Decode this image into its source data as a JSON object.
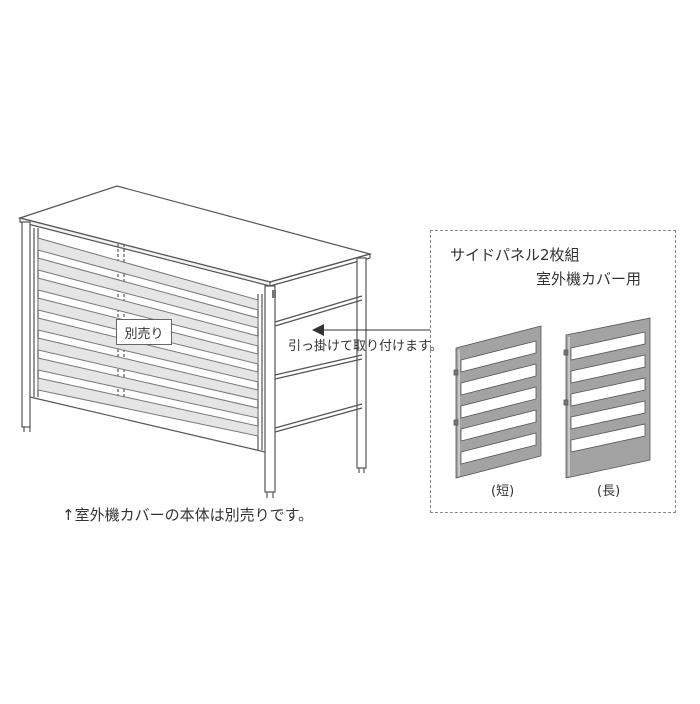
{
  "illustration": {
    "unit_badge": "別売り",
    "hook_note": "引っ掛けて取り付けます。",
    "footnote": "↑室外機カバーの本体は別売りです。"
  },
  "product_panel": {
    "title_line1": "サイドパネル2枚組",
    "title_line2": "室外機カバー用",
    "short_label": "(短)",
    "long_label": "(長)"
  },
  "colors": {
    "line": "#555555",
    "slat": "#9a9a9a",
    "panel_fill": "#a3a3a3"
  }
}
